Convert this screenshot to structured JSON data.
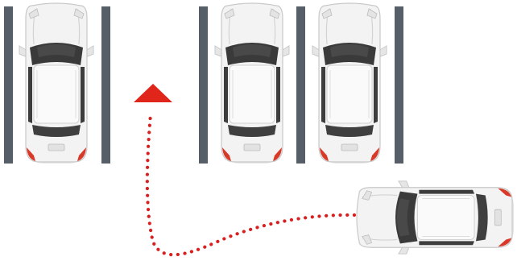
{
  "colors": {
    "background": "#ffffff",
    "parking_line": "#565f67",
    "body": "#f3f3f3",
    "body_shade": "#d9d9d9",
    "glass": "#3a3a3a",
    "glass_highlight": "#5a5a5a",
    "roof": "#fafafa",
    "tail_light": "#d83a2a",
    "path": "#d82020",
    "arrow": "#e0251b"
  },
  "scene": {
    "parking_lines": 5,
    "parked_cars": 3,
    "empty_spots": 1,
    "maneuvering_cars": 1,
    "path_style": "dotted",
    "arrow_icon": "triangle-up-icon"
  }
}
